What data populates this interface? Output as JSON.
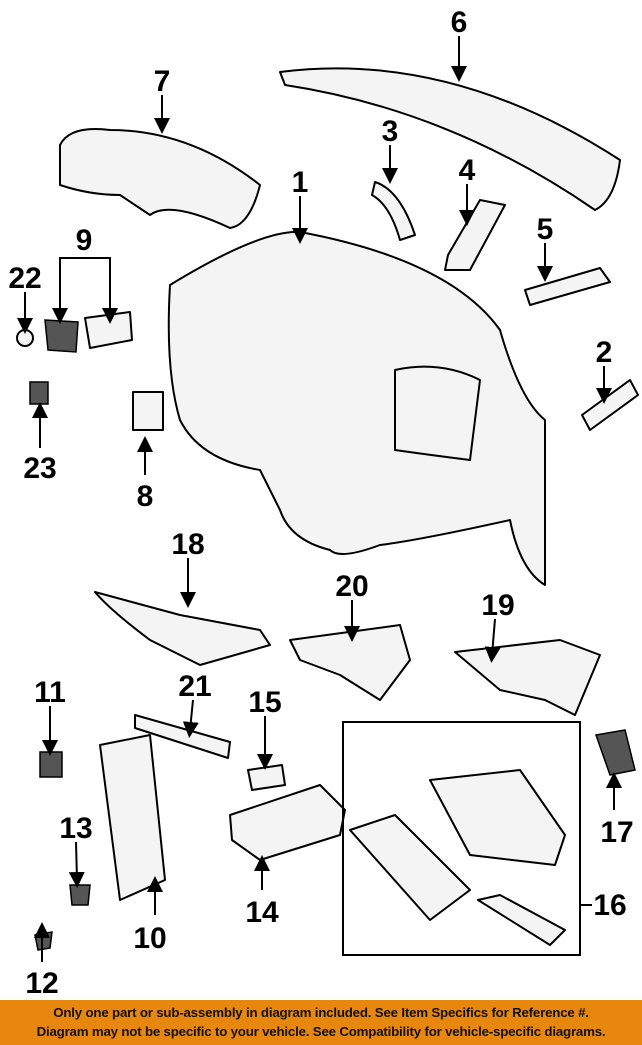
{
  "callouts": [
    "1",
    "2",
    "3",
    "4",
    "5",
    "6",
    "7",
    "8",
    "9",
    "10",
    "11",
    "12",
    "13",
    "14",
    "15",
    "16",
    "17",
    "18",
    "19",
    "20",
    "21",
    "22",
    "23"
  ],
  "banner": {
    "line1": "Only one part or sub-assembly in diagram included. See Item Specifics for Reference #.",
    "line2": "Diagram may not be specific to your vehicle. See Compatibility for vehicle-specific diagrams."
  },
  "colors": {
    "banner": "#e8870e"
  }
}
